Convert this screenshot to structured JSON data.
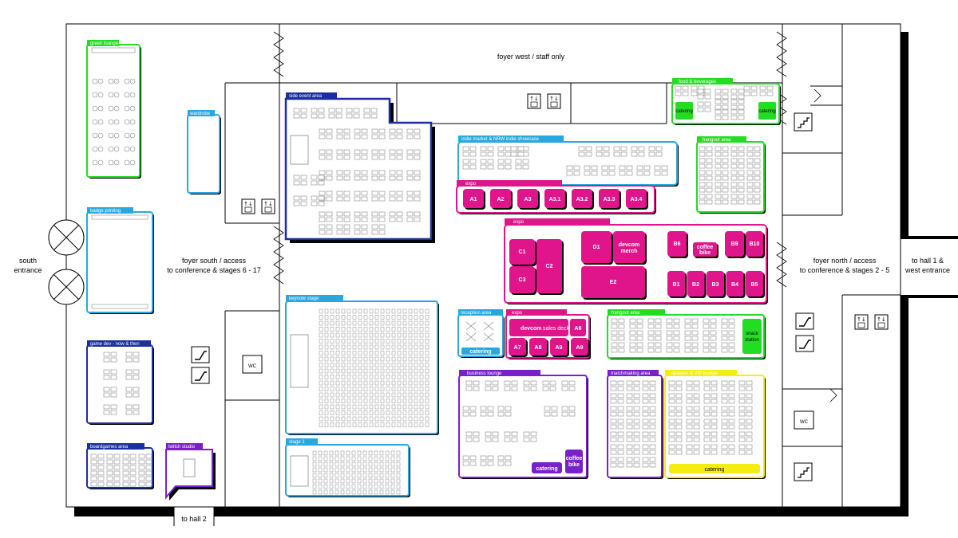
{
  "labels": {
    "foyer_west": "foyer west / staff only",
    "foyer_south_1": "foyer south / access",
    "foyer_south_2": "to conference & stages 6 - 17",
    "foyer_north_1": "foyer north / access",
    "foyer_north_2": "to conference & stages 2 - 5",
    "south_entrance_1": "south",
    "south_entrance_2": "entrance",
    "to_hall1_1": "to hall 1 &",
    "to_hall1_2": "west entrance",
    "to_hall2": "to hall 2",
    "wc": "WC"
  },
  "zones": {
    "green_lounge": "green lounge",
    "wardrobe": "wardrobe",
    "badge_printing": "badge printing",
    "game_dev": "game dev - now & then",
    "boardgames": "boardgames area",
    "twitch_studio": "twitch studio",
    "side_event": "side event area",
    "keynote_stage": "keynote stage",
    "stage1": "stage 1",
    "indie_market": "indie market & NRW indie showcase",
    "expo_a": "expo",
    "expo_main": "expo",
    "expo_small": "expo",
    "reception": "reception area",
    "food_bev": "food & beverages",
    "hangout_top": "hangout area",
    "hangout_mid": "hangout area",
    "business_lounge": "business lounge",
    "matchmaking": "matchmaking area",
    "speaker_vip": "speaker & VIP lounge"
  },
  "booths": {
    "a_row": [
      "A1",
      "A2",
      "A3",
      "A3.1",
      "A3.2",
      "A3.3",
      "A3.4"
    ],
    "c1": "C1",
    "c2": "C2",
    "c3": "C3",
    "d1": "D1",
    "devcom_merch_1": "devcom",
    "devcom_merch_2": "merch",
    "e2": "E2",
    "b6": "B6",
    "coffee_bike_1": "coffee",
    "coffee_bike_2": "bike",
    "b9": "B9",
    "b10": "B10",
    "b_row": [
      "B1",
      "B2",
      "B3",
      "B4",
      "B5"
    ],
    "devcom_sales_bold": "devcom",
    "devcom_sales_rest": "sales deck",
    "a6": "A6",
    "a_bottom": [
      "A7",
      "A8",
      "A9",
      "A9"
    ]
  },
  "catering": {
    "reception": "catering",
    "food_left": "catering",
    "food_right": "catering",
    "business": "catering",
    "business_coffee_1": "coffee",
    "business_coffee_2": "bike",
    "speaker": "catering",
    "snack_1": "snack",
    "snack_2": "station"
  },
  "colors": {
    "green": "#22dd22",
    "blue": "#29a8e0",
    "navy": "#1c2fa0",
    "magenta": "#e0158c",
    "purple": "#7a20c8",
    "yellow": "#f4ee10",
    "wall": "#000000"
  },
  "icons": [
    "elevator-icon",
    "escalator-icon",
    "stairs-icon",
    "door-icon",
    "entrance-door-icon"
  ]
}
